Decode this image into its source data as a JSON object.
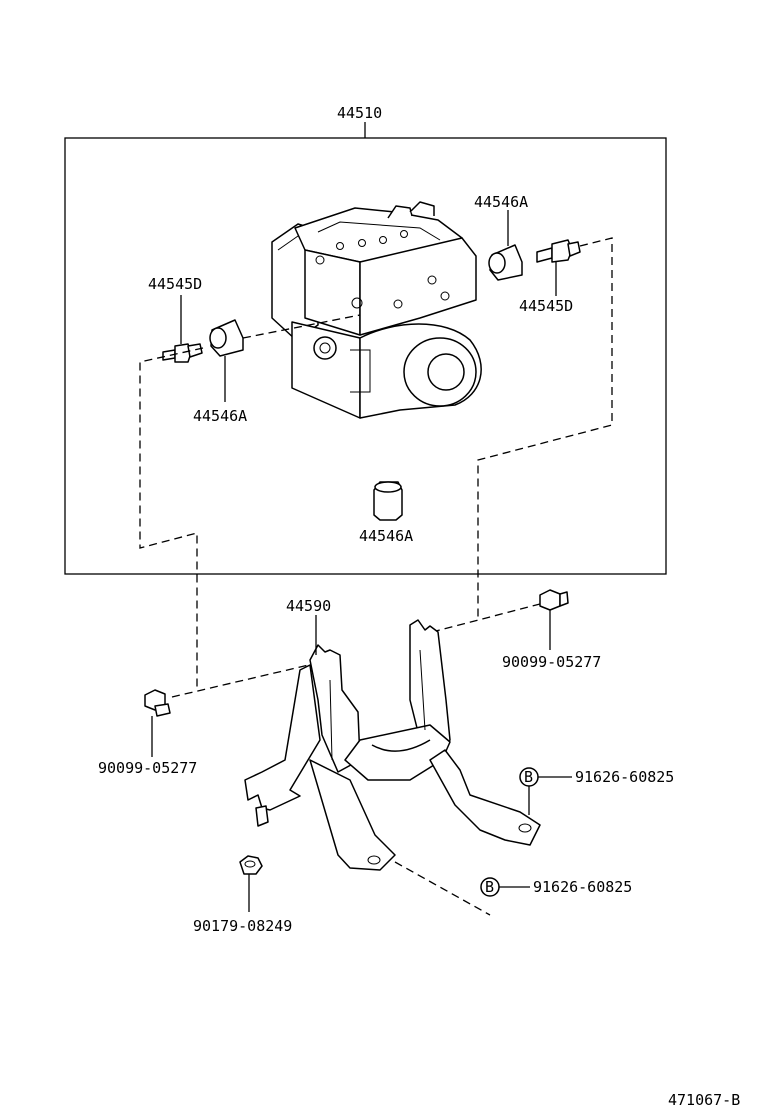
{
  "labels": {
    "assembly": "44510",
    "cushion_top_right": "44546A",
    "bolt_right": "44545D",
    "bolt_left": "44545D",
    "cushion_left": "44546A",
    "cushion_bottom": "44546A",
    "bracket": "44590",
    "bolt_upper_right": "90099-05277",
    "bolt_left_lower": "90099-05277",
    "bolt_b_upper": "91626-60825",
    "bolt_b_lower": "91626-60825",
    "nut_bottom": "90179-08249",
    "b_marker_1": "B",
    "b_marker_2": "B",
    "figure_code": "471067-B"
  }
}
